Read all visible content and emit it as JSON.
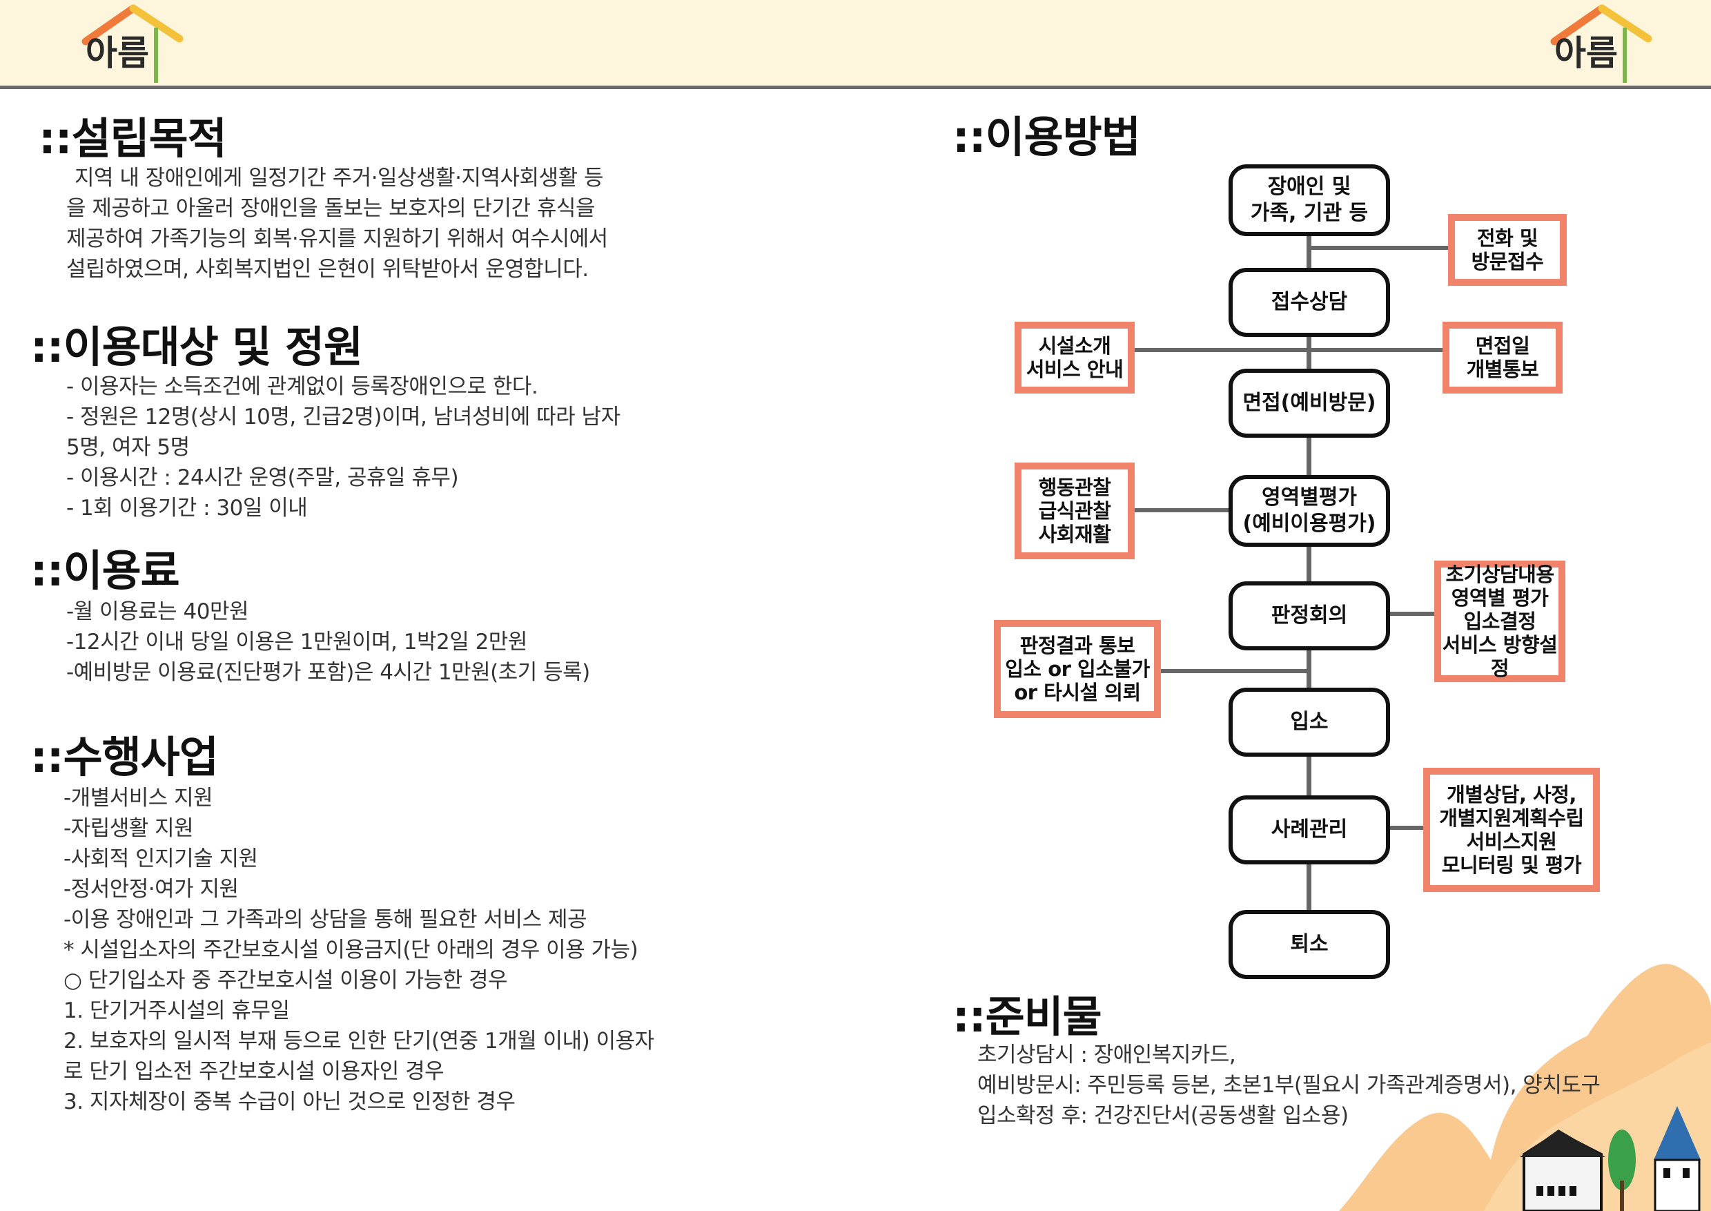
{
  "logo": {
    "text": "아름"
  },
  "left": {
    "purpose": {
      "title": "::설립목적",
      "lines": [
        "지역 내 장애인에게 일정기간 주거·일상생활·지역사회생활 등",
        "을 제공하고 아울러 장애인을 돌보는 보호자의 단기간 휴식을",
        "제공하여 가족기능의 회복·유지를 지원하기 위해서 여수시에서",
        "설립하였으며, 사회복지법인 은현이 위탁받아서 운영합니다."
      ]
    },
    "target": {
      "title": "::이용대상 및 정원",
      "lines": [
        "- 이용자는 소득조건에 관계없이 등록장애인으로 한다.",
        "- 정원은 12명(상시 10명, 긴급2명)이며, 남녀성비에 따라 남자",
        "5명, 여자 5명",
        "- 이용시간 : 24시간 운영(주말, 공휴일 휴무)",
        "- 1회 이용기간 : 30일 이내"
      ]
    },
    "fee": {
      "title": "::이용료",
      "lines": [
        "-월 이용료는 40만원",
        "-12시간 이내 당일 이용은 1만원이며, 1박2일 2만원",
        "-예비방문 이용료(진단평가 포함)은 4시간 1만원(초기 등록)"
      ]
    },
    "services": {
      "title": "::수행사업",
      "lines": [
        "-개별서비스 지원",
        "-자립생활 지원",
        "-사회적 인지기술 지원",
        "-정서안정·여가 지원",
        "-이용 장애인과 그 가족과의 상담을 통해 필요한 서비스 제공",
        "* 시설입소자의 주간보호시설 이용금지(단 아래의 경우 이용 가능)",
        "○ 단기입소자 중 주간보호시설 이용이 가능한 경우",
        "1. 단기거주시설의 휴무일",
        "2. 보호자의 일시적 부재 등으로 인한 단기(연중 1개월 이내) 이용자",
        "로 단기 입소전 주간보호시설 이용자인 경우",
        "3. 지자체장이 중복 수급이 아닌 것으로 인정한 경우"
      ]
    }
  },
  "right": {
    "usage": {
      "title": "::이용방법",
      "flow": [
        "장애인 및\n가족, 기관 등",
        "접수상담",
        "면접(예비방문)",
        "영역별평가\n(예비이용평가)",
        "판정회의",
        "입소",
        "사례관리",
        "퇴소"
      ],
      "notes": [
        "전화 및\n방문접수",
        "시설소개\n서비스 안내",
        "면접일\n개별통보",
        "행동관찰\n급식관찰\n사회재활",
        "초기상담내용\n영역별 평가\n입소결정\n서비스 방향설정",
        "판정결과 통보\n입소 or 입소불가\nor 타시설 의뢰",
        "개별상담, 사정,\n개별지원계획수립\n서비스지원\n모니터링 및 평가"
      ]
    },
    "prep": {
      "title": "::준비물",
      "lines": [
        "초기상담시 : 장애인복지카드,",
        "예비방문시: 주민등록 등본, 초본1부(필요시 가족관계증명서), 양치도구",
        "입소확정 후: 건강진단서(공동생활 입소용)"
      ]
    }
  },
  "colors": {
    "accent_box": "#f2836b",
    "roof_orange": "#f07a3a",
    "roof_yellow": "#f3c23a",
    "hill": "#f9c98f"
  }
}
